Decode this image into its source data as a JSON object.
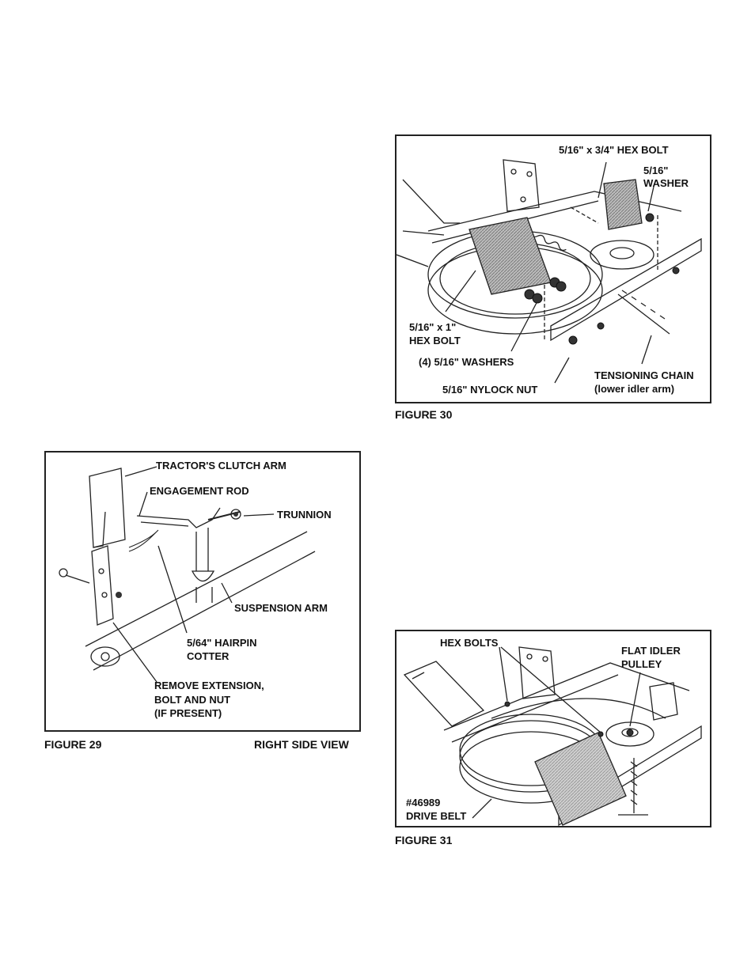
{
  "figure30": {
    "caption": "FIGURE 30",
    "labels": {
      "hex_bolt_top": "5/16\" x 3/4\" HEX BOLT",
      "washer_line1": "5/16\"",
      "washer_line2": "WASHER",
      "hex_bolt_1_line1": "5/16\" x 1\"",
      "hex_bolt_1_line2": "HEX BOLT",
      "washers4": "(4) 5/16\" WASHERS",
      "nylock_nut": "5/16\" NYLOCK NUT",
      "tension_line1": "TENSIONING CHAIN",
      "tension_line2": "(lower idler arm)"
    }
  },
  "figure29": {
    "caption": "FIGURE 29",
    "view": "RIGHT SIDE VIEW",
    "labels": {
      "clutch_arm": "TRACTOR'S CLUTCH ARM",
      "engagement_rod": "ENGAGEMENT ROD",
      "trunnion": "TRUNNION",
      "suspension_arm": "SUSPENSION ARM",
      "hairpin_line1": "5/64\" HAIRPIN",
      "hairpin_line2": "COTTER",
      "remove_line1": "REMOVE EXTENSION,",
      "remove_line2": "BOLT AND NUT",
      "remove_line3": "(IF PRESENT)"
    }
  },
  "figure31": {
    "caption": "FIGURE 31",
    "labels": {
      "hex_bolts": "HEX BOLTS",
      "flat_idler_line1": "FLAT IDLER",
      "flat_idler_line2": "PULLEY",
      "part_number": "#46989",
      "drive_belt": "DRIVE BELT"
    }
  }
}
